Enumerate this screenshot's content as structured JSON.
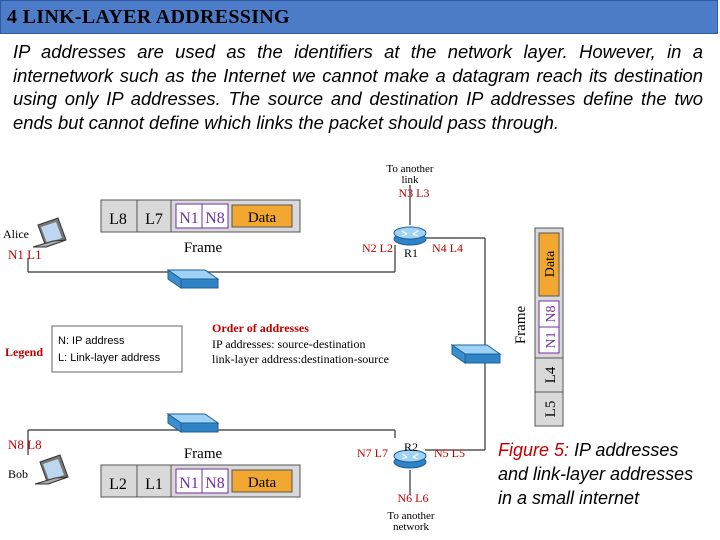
{
  "title": "4 LINK-LAYER ADDRESSING",
  "intro": "IP addresses are used as the identifiers at the network layer. However, in a internetwork such as the Internet we cannot make a datagram reach its destination using only IP addresses. The source and destination IP addresses define the two ends but cannot define which links the packet should pass through.",
  "caption": {
    "figure": "Figure 5:",
    "text": " IP addresses and link-layer addresses in a small internet"
  },
  "colors": {
    "title_bar": "#4d7dc9",
    "frame_box": "#d9d9d9",
    "data_box": "#f2a830",
    "red_text": "#c00000",
    "accent_purple": "#7030a0"
  },
  "diagram": {
    "link_top_line1": "To another",
    "link_top_line2": "link",
    "link_top_addr": "N3 L3",
    "alice": {
      "name": "Alice",
      "addr": "N1 L1"
    },
    "bob": {
      "name": "Bob",
      "addr": "N8 L8"
    },
    "r1": {
      "name": "R1",
      "left": "N2 L2",
      "right": "N4 L4"
    },
    "r2": {
      "name": "R2",
      "left": "N7 L7",
      "right": "N5 L5"
    },
    "link_bottom_addr": "N6 L6",
    "link_bottom_line1": "To another",
    "link_bottom_line2": "network",
    "frame_label": "Frame",
    "data_label": "Data",
    "frame_top": [
      "L8",
      "L7",
      "N1",
      "N8",
      "Data"
    ],
    "frame_bottom": [
      "L2",
      "L1",
      "N1",
      "N8",
      "Data"
    ],
    "frame_vertical": [
      "Data",
      "N8",
      "N1",
      "L4",
      "L5"
    ],
    "legend": {
      "title": "Legend",
      "line1": "N: IP address",
      "line2": "L: Link-layer address",
      "order_title": "Order of addresses",
      "order_line1": "IP addresses: source-destination",
      "order_line2": "link-layer address:destination-source"
    }
  }
}
